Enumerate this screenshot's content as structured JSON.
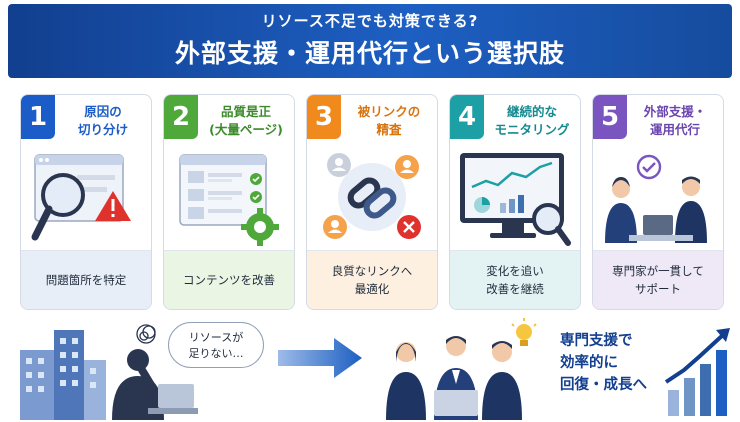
{
  "header": {
    "subtitle": "リソース不足でも対策できる?",
    "title": "外部支援・運用代行という選択肢"
  },
  "steps": [
    {
      "number": "1",
      "title": "原因の\n切り分け",
      "desc": "問題箇所を特定",
      "color": "#1c5cc8"
    },
    {
      "number": "2",
      "title": "品質是正\n(大量ページ)",
      "desc": "コンテンツを改善",
      "color": "#4fa83a"
    },
    {
      "number": "3",
      "title": "被リンクの\n精査",
      "desc": "良質なリンクへ\n最適化",
      "color": "#f08a1c"
    },
    {
      "number": "4",
      "title": "継続的な\nモニタリング",
      "desc": "変化を追い\n改善を継続",
      "color": "#1ca0a6"
    },
    {
      "number": "5",
      "title": "外部支援・\n運用代行",
      "desc": "専門家が一貫して\nサポート",
      "color": "#7a55c0"
    }
  ],
  "bottom": {
    "speech": "リソースが\n足りない…",
    "conclusion": "専門支援で\n効率的に\n回復・成長へ"
  },
  "icons": [
    "magnifier-icon",
    "warning-icon",
    "checklist-icon",
    "gear-icon",
    "link-icon",
    "user-icon",
    "cross-icon",
    "monitor-chart-icon",
    "check-icon",
    "confused-scribble-icon",
    "arrow-right-icon",
    "lightbulb-icon",
    "growth-chart-icon"
  ]
}
